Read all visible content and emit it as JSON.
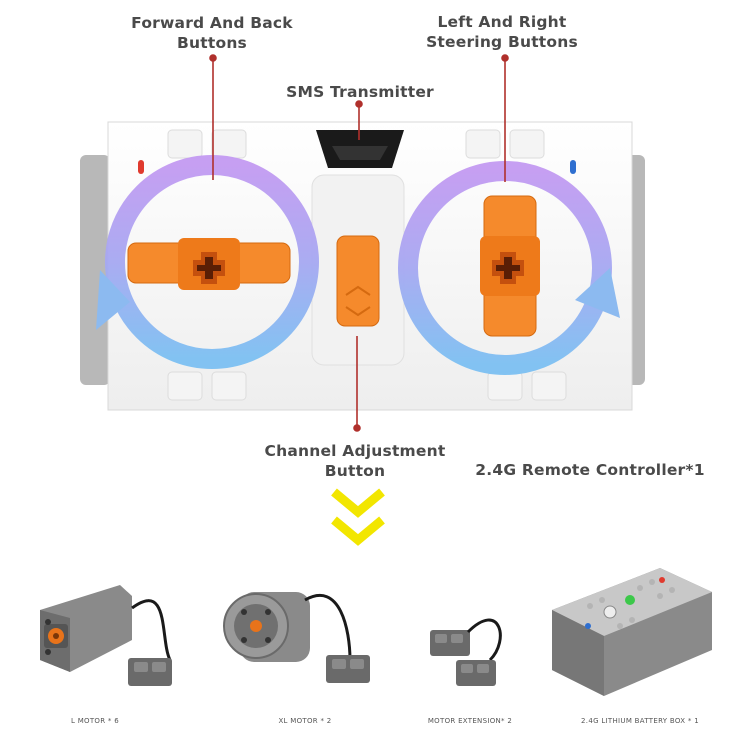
{
  "callouts": {
    "forward_back": "Forward And Back\nButtons",
    "left_right": "Left And Right\nSteering Buttons",
    "sms": "SMS Transmitter",
    "channel": "Channel Adjustment\nButton",
    "product": "2.4G Remote Controller*1"
  },
  "components": [
    {
      "caption": "L MOTOR * 6"
    },
    {
      "caption": "XL MOTOR * 2"
    },
    {
      "caption": "MOTOR EXTENSION* 2"
    },
    {
      "caption": "2.4G LITHIUM BATTERY BOX * 1"
    }
  ],
  "colors": {
    "callout_line": "#b0302c",
    "orange": "#f58a2c",
    "arrow_purple": "#b98cf0",
    "arrow_blue": "#7ab8f0",
    "chevron_yellow": "#f2e600",
    "label_text": "#4a4a4a"
  }
}
